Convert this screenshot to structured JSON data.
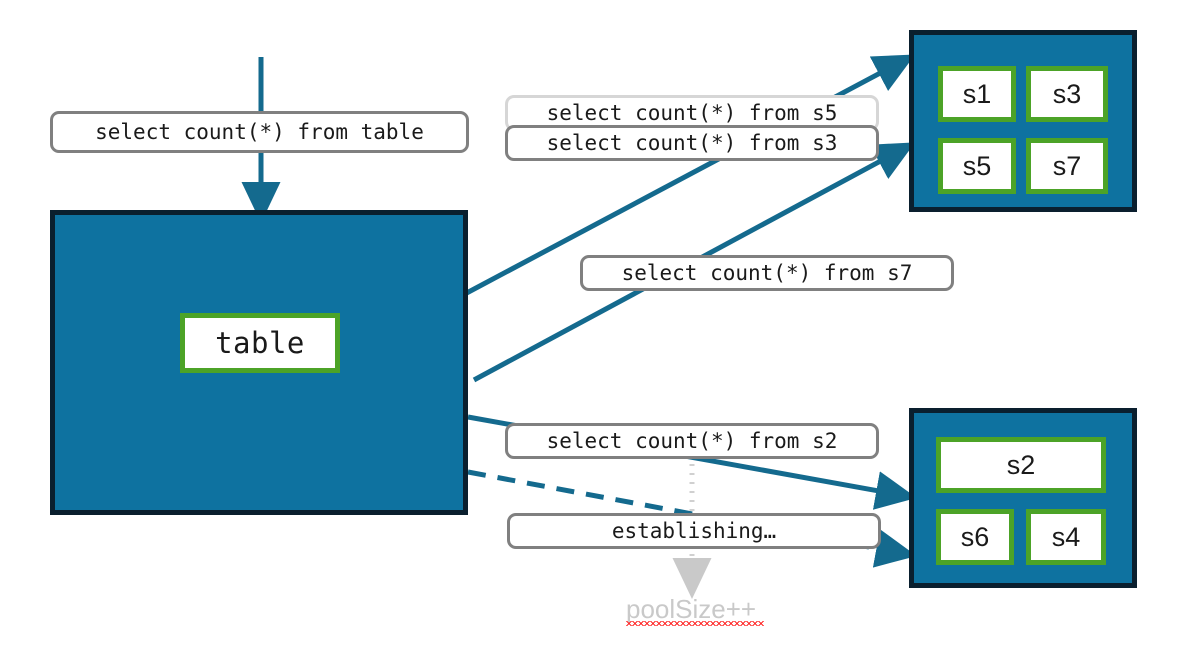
{
  "diagram": {
    "title": "Sharded table connection pooling diagram",
    "colors": {
      "teal": "#0e72a0",
      "navy_border": "#0a1f2e",
      "green": "#4ca327",
      "pill_border": "#808080",
      "pill_border_faded": "#d6d6d6",
      "arrow": "#146a8e",
      "ghost": "#c9c9c9",
      "spellcheck": "#ff2d2d"
    }
  },
  "source": {
    "query_label": "select count(*) from table",
    "box_label": "table"
  },
  "queries": [
    {
      "id": "q-s5",
      "label": "select count(*) from s5",
      "state": "faded"
    },
    {
      "id": "q-s3",
      "label": "select count(*) from s3",
      "state": "active"
    },
    {
      "id": "q-s7",
      "label": "select count(*) from s7",
      "state": "active"
    },
    {
      "id": "q-s2",
      "label": "select count(*) from s2",
      "state": "active"
    },
    {
      "id": "q-establishing",
      "label": "establishing…",
      "state": "active"
    }
  ],
  "shard_groups": [
    {
      "id": "shard-group-top",
      "shards": [
        {
          "id": "s1",
          "label": "s1"
        },
        {
          "id": "s3",
          "label": "s3"
        },
        {
          "id": "s5",
          "label": "s5"
        },
        {
          "id": "s7",
          "label": "s7"
        }
      ]
    },
    {
      "id": "shard-group-bottom",
      "shards": [
        {
          "id": "s2",
          "label": "s2"
        },
        {
          "id": "s6",
          "label": "s6"
        },
        {
          "id": "s4",
          "label": "s4"
        }
      ]
    }
  ],
  "annotation": {
    "pool_size_label": "poolSize++"
  }
}
